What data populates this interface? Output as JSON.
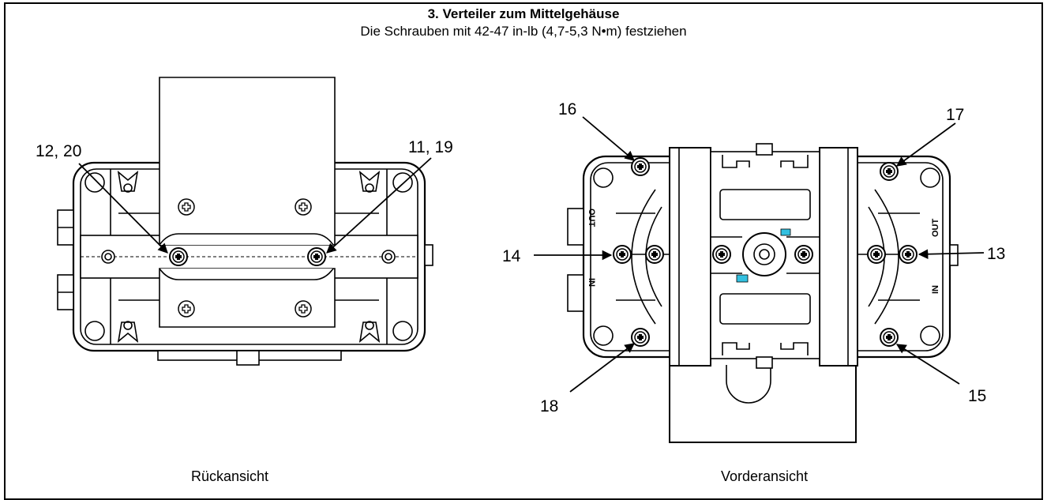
{
  "header": {
    "title": "3. Verteiler zum Mittelgehäuse",
    "subtitle": "Die Schrauben mit 42-47 in-lb (4,7-5,3 N•m) festziehen"
  },
  "rear_view": {
    "caption": "Rückansicht",
    "callouts": {
      "left": "12, 20",
      "right": "11, 19"
    }
  },
  "front_view": {
    "caption": "Vorderansicht",
    "callouts": {
      "top_left": "16",
      "top_right": "17",
      "mid_left": "14",
      "mid_right": "13",
      "bottom_left": "18",
      "bottom_right": "15"
    },
    "port_labels": {
      "out": "OUT",
      "in": "IN"
    }
  }
}
